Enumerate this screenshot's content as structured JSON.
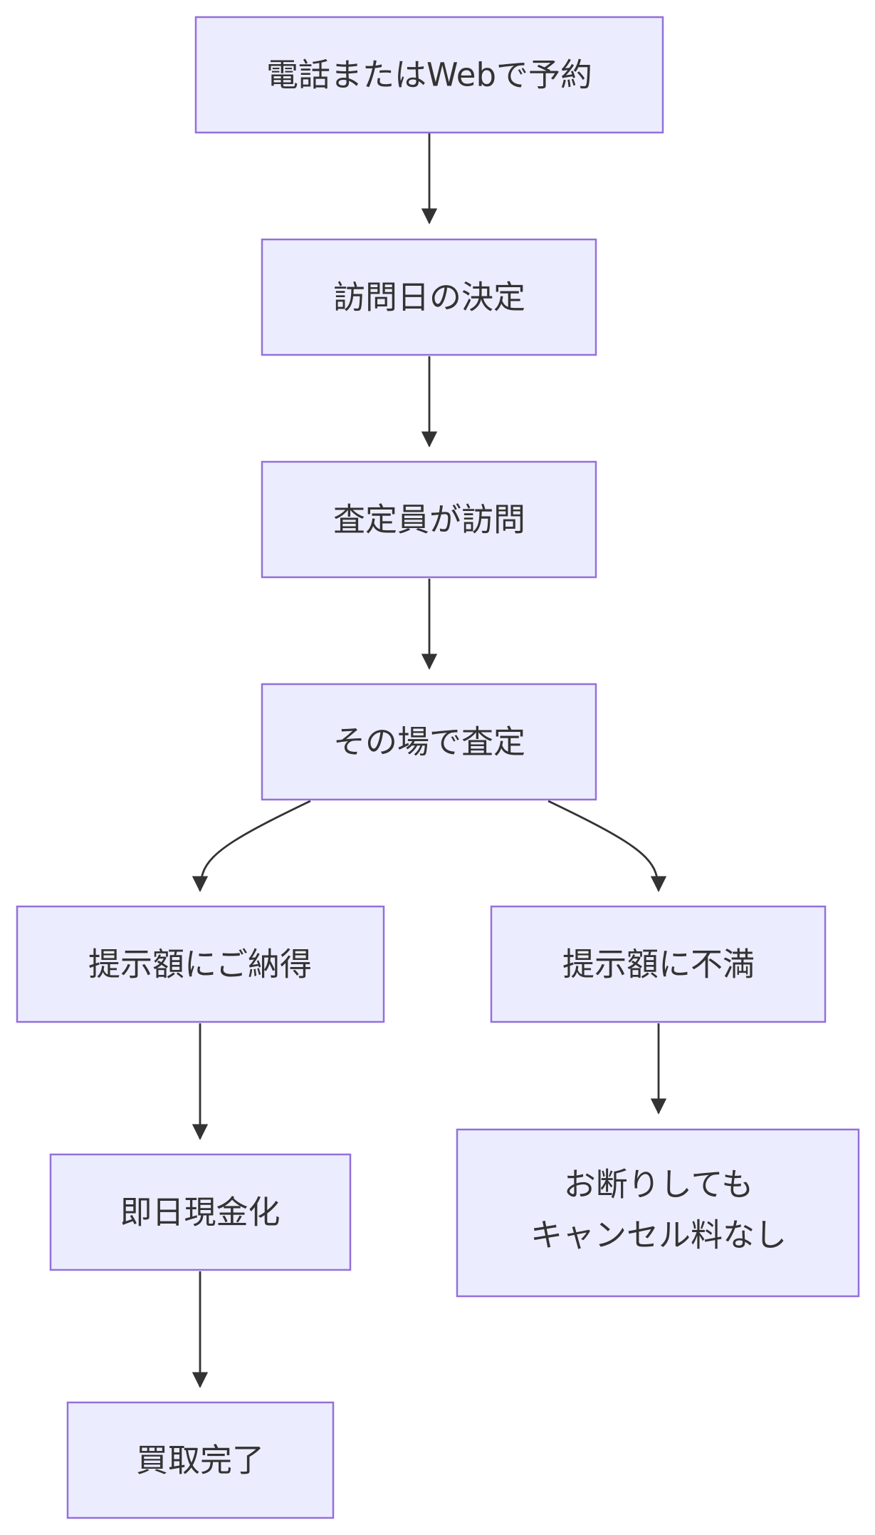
{
  "diagram": {
    "type": "flowchart",
    "direction": "top-down",
    "nodes": {
      "reserve": "電話またはWebで予約",
      "decide_date": "訪問日の決定",
      "appraiser_visit": "査定員が訪問",
      "onsite_appraisal": "その場で査定",
      "satisfied": "提示額にご納得",
      "unsatisfied": "提示額に不満",
      "same_day_cash": "即日現金化",
      "no_cancel_fee_line1": "お断りしても",
      "no_cancel_fee_line2": "キャンセル料なし",
      "purchase_complete": "買取完了"
    },
    "edges": [
      {
        "from": "reserve",
        "to": "decide_date"
      },
      {
        "from": "decide_date",
        "to": "appraiser_visit"
      },
      {
        "from": "appraiser_visit",
        "to": "onsite_appraisal"
      },
      {
        "from": "onsite_appraisal",
        "to": "satisfied"
      },
      {
        "from": "onsite_appraisal",
        "to": "unsatisfied"
      },
      {
        "from": "satisfied",
        "to": "same_day_cash"
      },
      {
        "from": "same_day_cash",
        "to": "purchase_complete"
      },
      {
        "from": "unsatisfied",
        "to": "no_cancel_fee"
      }
    ],
    "colors": {
      "node_fill": "#ececff",
      "node_border": "#9370db",
      "edge": "#333333",
      "text": "#333333"
    }
  }
}
